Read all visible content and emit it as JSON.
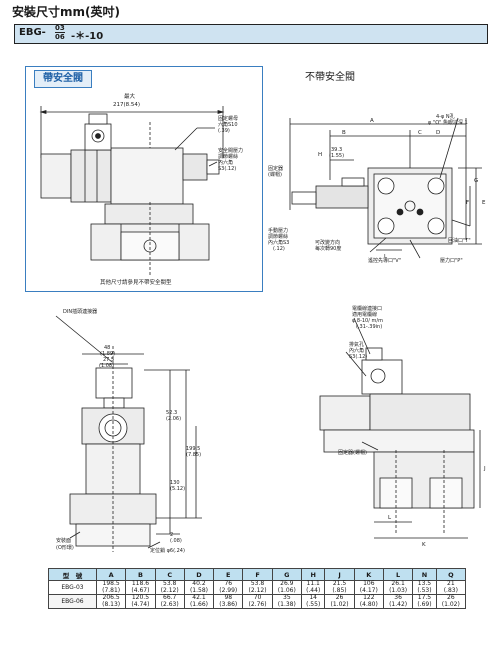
{
  "title": "安裝尺寸mm(英吋)",
  "model_code": {
    "prefix": "EBG-",
    "frac_top": "03",
    "frac_bottom": "06",
    "suffix": "-＊-10"
  },
  "left_panel": {
    "tag": "帶安全閥",
    "max_label": "最大",
    "max_value": "217(8.54)",
    "fixed_nut_1": "固定螺母",
    "fixed_nut_2": "六角S10",
    "fixed_nut_3": "(.39)",
    "safety_1": "安全閥壓力",
    "safety_2": "調節螺絲",
    "safety_3": "內六角",
    "safety_4": "S3(.12)",
    "footnote": "其他尺寸請參見不帶安全閥型"
  },
  "right_top": {
    "heading": "不帶安全閥",
    "hole_1": "4-φ N孔",
    "hole_2": "φ \"O\" 魚眼坑深 1",
    "dim_39": "39.3",
    "dim_155": "(1.55)",
    "fixer_1": "固定器",
    "fixer_2": "(蝶帽)",
    "manual_1": "手動壓力",
    "manual_2": "調節螺絲",
    "manual_3": "內六角S3",
    "manual_4": "(.12)",
    "rotate_1": "可改變方向",
    "rotate_2": "每次轉90度",
    "return_port": "回油口\"T\"",
    "remote_port": "遙控先導口\"V\"",
    "pressure_port": "壓力口\"P\""
  },
  "bottom_left": {
    "din": "DIN插頭連接器",
    "d48": "48",
    "d189": "(1.89)",
    "d275": "27.5",
    "d108": "(1.08)",
    "d523": "52.3",
    "d206": "(2.06)",
    "d1995": "199.5",
    "d785": "(7.85)",
    "d130": "130",
    "d512": "(5.12)",
    "d2": "2",
    "d08": "(.08)",
    "mount_1": "安裝面",
    "mount_2": "(O形環)",
    "pin": "定位銷 φ6(.24)"
  },
  "bottom_right": {
    "cable_1": "電纜線連接口",
    "cable_2": "適用電纜線",
    "cable_3": "φ 8-10/ m/m",
    "cable_4": "(.31-.39in)",
    "vent_1": "排氣孔",
    "vent_2": "內六角",
    "vent_3": "S3(.12)",
    "fixer": "固定器(螺帽)"
  },
  "table": {
    "header_model": "型　號",
    "columns": [
      "A",
      "B",
      "C",
      "D",
      "E",
      "F",
      "G",
      "H",
      "J",
      "K",
      "L",
      "N",
      "Q"
    ],
    "rows": [
      {
        "model": "EBG-03",
        "values": [
          "198.5",
          "118.6",
          "53.8",
          "40.2",
          "76",
          "53.8",
          "26.9",
          "11.1",
          "21.5",
          "106",
          "26.1",
          "13.5",
          "21"
        ],
        "inches": [
          "(7.81)",
          "(4.67)",
          "(2.12)",
          "(1.58)",
          "(2.99)",
          "(2.12)",
          "(1.06)",
          "(.44)",
          "(.85)",
          "(4.17)",
          "(1.03)",
          "(.53)",
          "(.83)"
        ]
      },
      {
        "model": "EBG-06",
        "values": [
          "206.5",
          "120.5",
          "66.7",
          "42.1",
          "98",
          "70",
          "35",
          "14",
          "26",
          "122",
          "36",
          "17.5",
          "26"
        ],
        "inches": [
          "(8.13)",
          "(4.74)",
          "(2.63)",
          "(1.66)",
          "(3.86)",
          "(2.76)",
          "(1.38)",
          "(.55)",
          "(1.02)",
          "(4.80)",
          "(1.42)",
          "(.69)",
          "(1.02)"
        ]
      }
    ]
  }
}
